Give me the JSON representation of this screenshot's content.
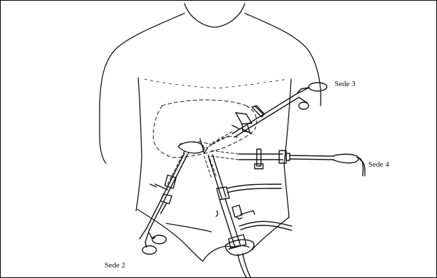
{
  "figure": {
    "labels": {
      "site2": "Sede 2",
      "site3": "Sede 3",
      "site4": "Sede 4"
    },
    "ink_color": "#111111",
    "background": "#ffffff"
  }
}
